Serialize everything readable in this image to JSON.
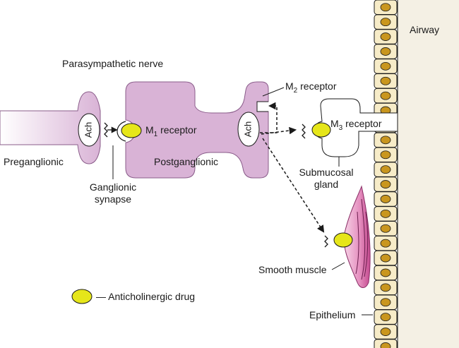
{
  "labels": {
    "airway": "Airway",
    "parasympathetic_nerve": "Parasympathetic nerve",
    "m2_prefix": "M",
    "m2_sub": "2",
    "m2_suffix": " receptor",
    "m1_prefix": "M",
    "m1_sub": "1",
    "m1_suffix": " receptor",
    "m3_prefix": "M",
    "m3_sub": "3",
    "m3_suffix": " receptor",
    "ach_pre": "Ach",
    "ach_post": "Ach",
    "preganglionic": "Preganglionic",
    "postganglionic": "Postganglionic",
    "ganglionic_line1": "Ganglionic",
    "ganglionic_line2": "synapse",
    "submucosal_line1": "Submucosal",
    "submucosal_line2": "gland",
    "smooth_muscle": "Smooth muscle",
    "epithelium": "Epithelium",
    "legend_drug": "— Anticholinergic drug"
  },
  "colors": {
    "nerve_fill": "#d9b3d6",
    "nerve_stroke": "#8a5c8a",
    "drug_fill": "#e6e61a",
    "cell_fill": "#f7ecc8",
    "nucleus_fill": "#c9961e",
    "airway_fill": "#f4f0e4",
    "muscle_fill": "#e58fbf",
    "muscle_dark": "#b5307a"
  }
}
